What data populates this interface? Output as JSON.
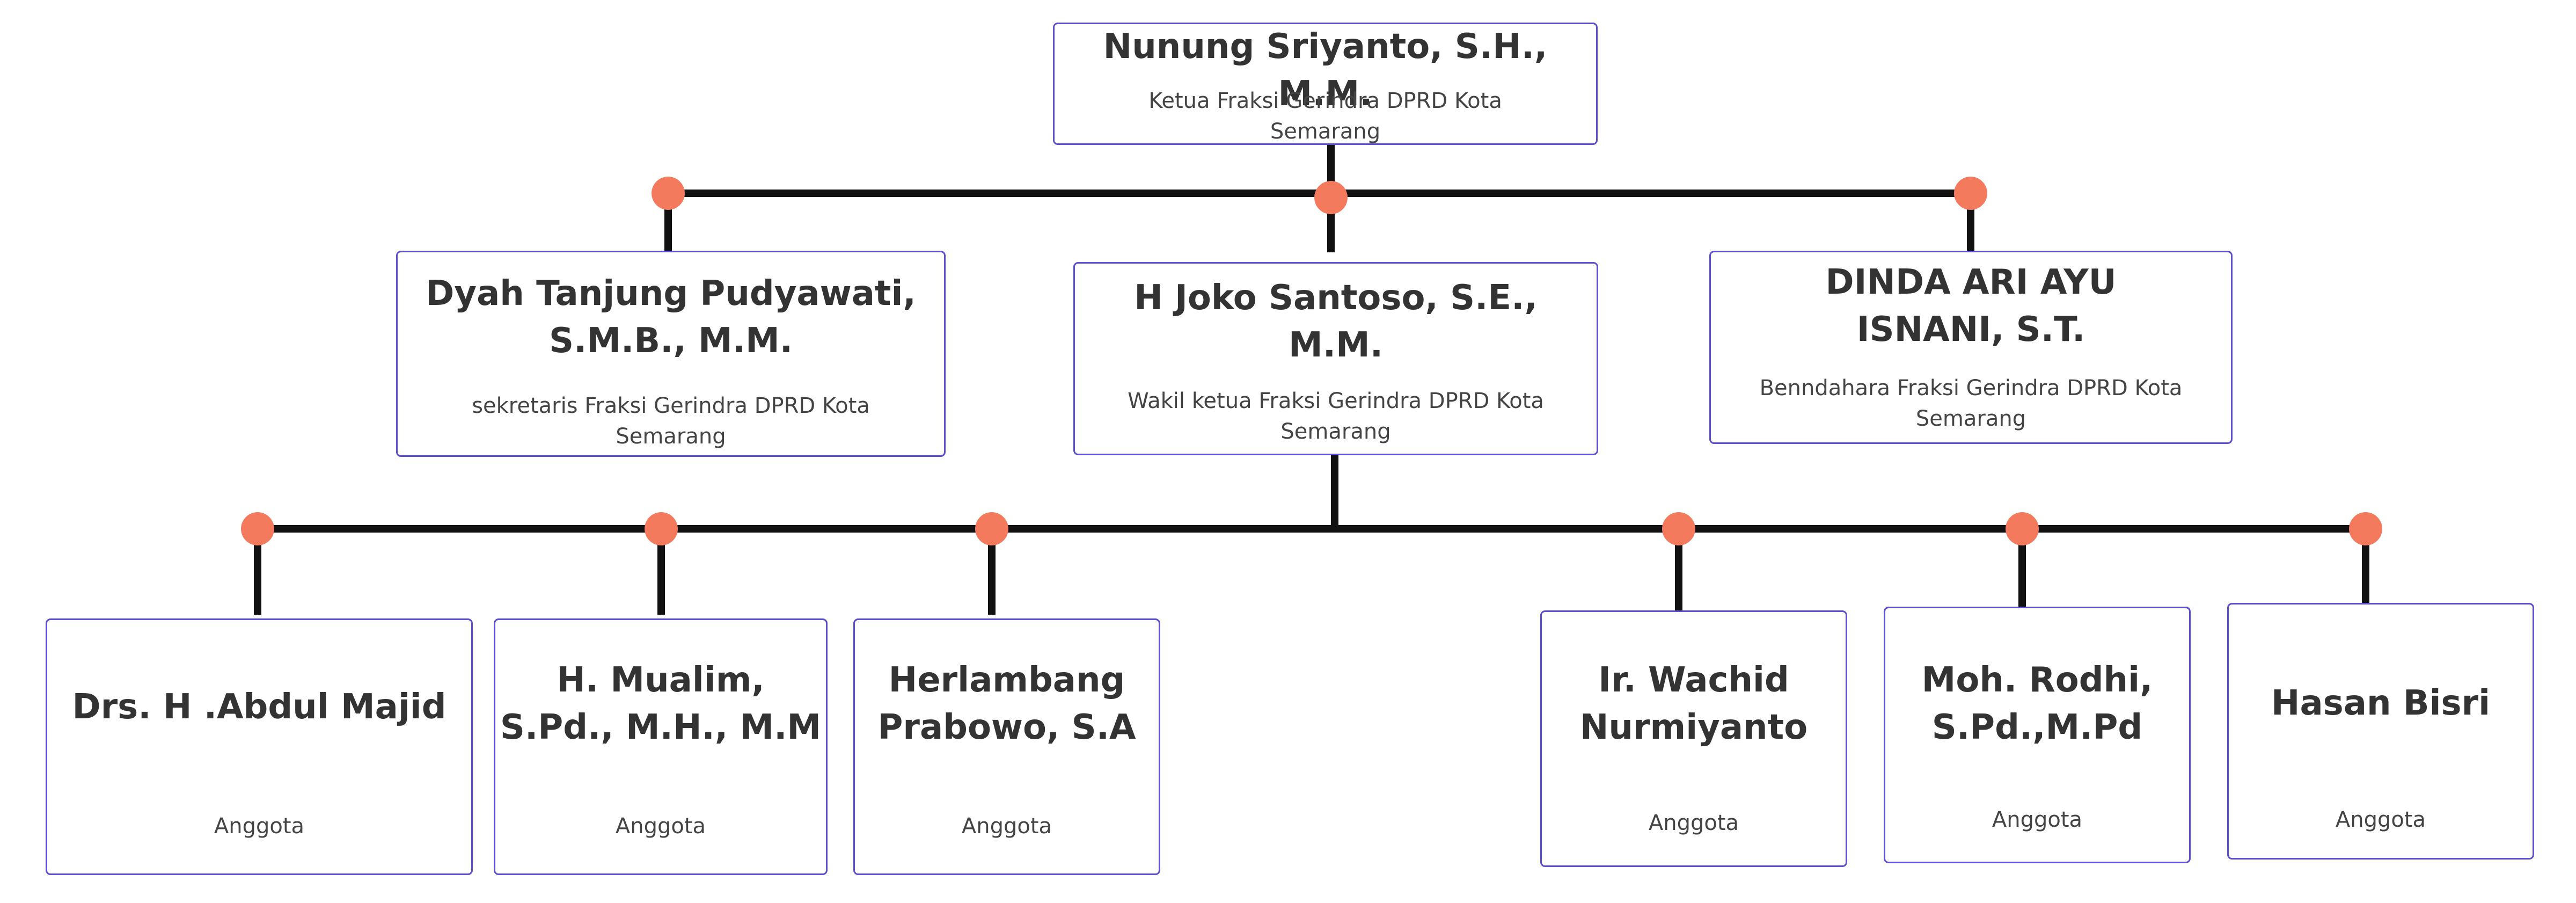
{
  "colors": {
    "box_border": "#5b4fcf",
    "connector_line": "#111111",
    "connector_dot": "#f47a5e",
    "text": "#333333"
  },
  "head": {
    "name": "Nunung Sriyanto, S.H., M.M.",
    "role": "Ketua Fraksi Gerindra DPRD Kota\nSemarang"
  },
  "officers": [
    {
      "name": "Dyah Tanjung Pudyawati,\nS.M.B.,  M.M.",
      "role": "sekretaris Fraksi Gerindra DPRD Kota\nSemarang"
    },
    {
      "name": "H Joko Santoso, S.E.,\nM.M.",
      "role": "Wakil ketua Fraksi Gerindra DPRD Kota\nSemarang"
    },
    {
      "name": "DINDA ARI AYU\nISNANI, S.T.",
      "role": "Benndahara Fraksi Gerindra DPRD Kota\nSemarang"
    }
  ],
  "members": [
    {
      "name": "Drs. H .Abdul Majid",
      "role": "Anggota"
    },
    {
      "name": "H. Mualim,\nS.Pd., M.H., M.M",
      "role": "Anggota"
    },
    {
      "name": "Herlambang\nPrabowo, S.A",
      "role": "Anggota"
    },
    {
      "name": "Ir. Wachid\nNurmiyanto",
      "role": "Anggota"
    },
    {
      "name": "Moh. Rodhi,\nS.Pd.,M.Pd",
      "role": "Anggota"
    },
    {
      "name": "Hasan Bisri",
      "role": "Anggota"
    }
  ]
}
